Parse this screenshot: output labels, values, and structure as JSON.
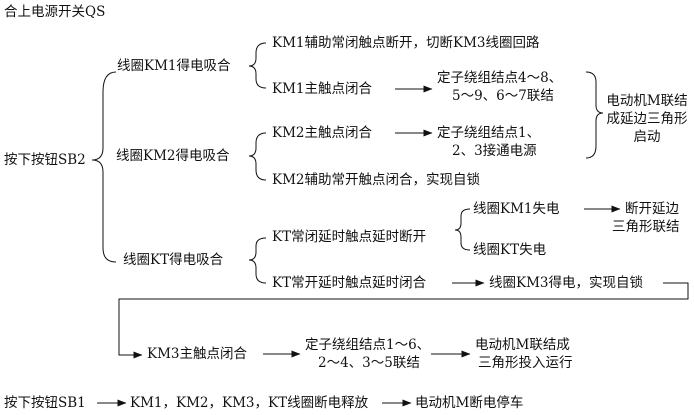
{
  "diagram": {
    "top_line": "合上电源开关QS",
    "start": "按下按钮SB2",
    "coil_km1": "线圈KM1得电吸合",
    "coil_km2": "线圈KM2得电吸合",
    "coil_kt": "线圈KT得电吸合",
    "km1_aux": "KM1辅助常闭触点断开，切断KM3线圈回路",
    "km1_main": "KM1主触点闭合",
    "stator_1_l1": "定子绕组结点4～8、",
    "stator_1_l2": "5～9、6～7联结",
    "km2_main": "KM2主触点闭合",
    "stator_2_l1": "定子绕组结点1、",
    "stator_2_l2": "2、3接通电源",
    "motor_l1": "电动机M联结",
    "motor_l2": "成延边三角形",
    "motor_l3": "启动",
    "km2_aux": "KM2辅助常开触点闭合，实现自锁",
    "kt_nc": "KT常闭延时触点延时断开",
    "km1_off": "线圈KM1失电",
    "kt_off": "线圈KT失电",
    "break_l1": "断开延边",
    "break_l2": "三角形联结",
    "kt_no": "KT常开延时触点延时闭合",
    "km3_on": "线圈KM3得电，实现自锁",
    "km3_main": "KM3主触点闭合",
    "stator_3_l1": "定子绕组结点1～6、",
    "stator_3_l2": "2～4、3～5联结",
    "delta_l1": "电动机M联结成",
    "delta_l2": "三角形投入运行",
    "stop_button": "按下按钮SB1",
    "stop_release": "KM1，KM2，KM3，KT线圈断电释放",
    "stop_motor": "电动机M断电停车"
  }
}
